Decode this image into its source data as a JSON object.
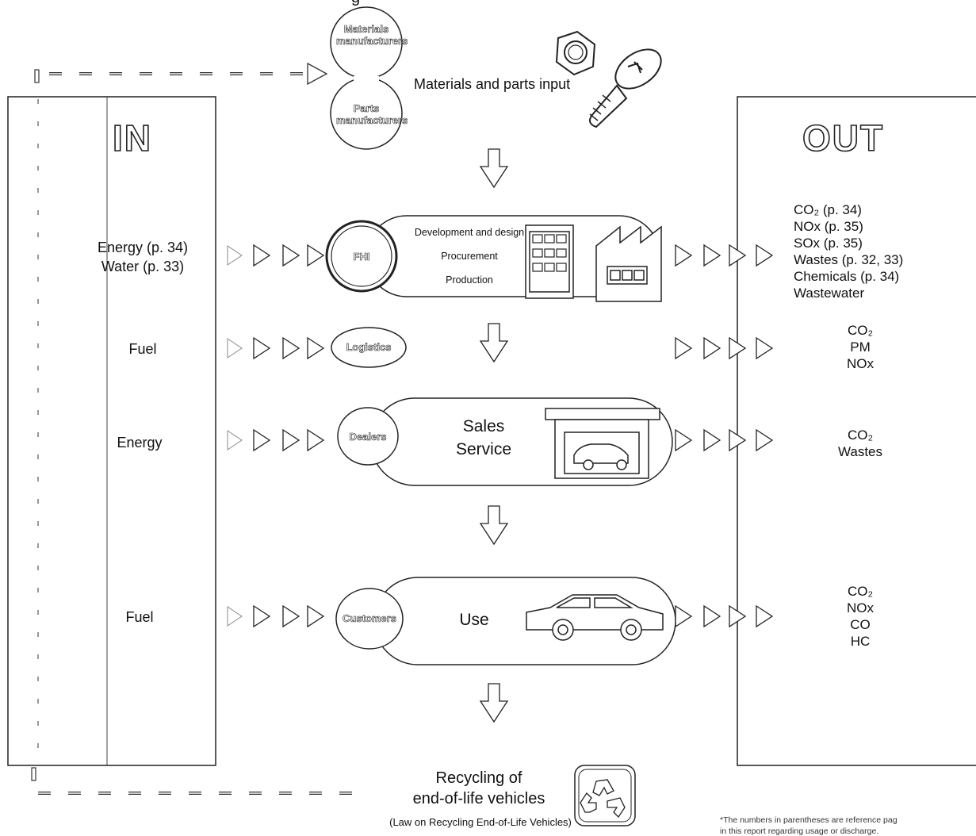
{
  "top_cut": "g",
  "suppliers": {
    "materials": "Materials manufacturers",
    "parts": "Parts manufacturers",
    "input_label": "Materials and parts input"
  },
  "in_panel": {
    "title": "IN"
  },
  "out_panel": {
    "title": "OUT"
  },
  "stages": {
    "fhi": {
      "node": "FHI",
      "lines": [
        "Development and design",
        "Procurement",
        "Production"
      ],
      "in": [
        "Energy (p. 34)",
        "Water (p. 33)"
      ],
      "out": [
        "CO₂ (p. 34)",
        "NOx (p. 35)",
        "SOx (p. 35)",
        "Wastes (p. 32, 33)",
        "Chemicals (p. 34)",
        "Wastewater"
      ]
    },
    "logistics": {
      "node": "Logistics",
      "in": "Fuel",
      "out": [
        "CO₂",
        "PM",
        "NOx"
      ]
    },
    "dealers": {
      "node": "Dealers",
      "lines": [
        "Sales",
        "Service"
      ],
      "in": "Energy",
      "out": [
        "CO₂",
        "Wastes"
      ]
    },
    "customers": {
      "node": "Customers",
      "lines": [
        "Use"
      ],
      "in": "Fuel",
      "out": [
        "CO₂",
        "NOx",
        "CO",
        "HC"
      ]
    }
  },
  "recycling": {
    "line1": "Recycling of",
    "line2": "end-of-life vehicles",
    "law": "(Law on Recycling End-of-Life Vehicles)"
  },
  "footnote": {
    "line1": "*The numbers in parentheses are reference pag",
    "line2": "in this report regarding usage or discharge."
  },
  "icons": [
    "nut-icon",
    "screw-icon",
    "building-icon",
    "factory-icon",
    "garage-car-icon",
    "car-icon",
    "recycle-icon",
    "arrow-down-icon",
    "flow-arrow-icon"
  ]
}
